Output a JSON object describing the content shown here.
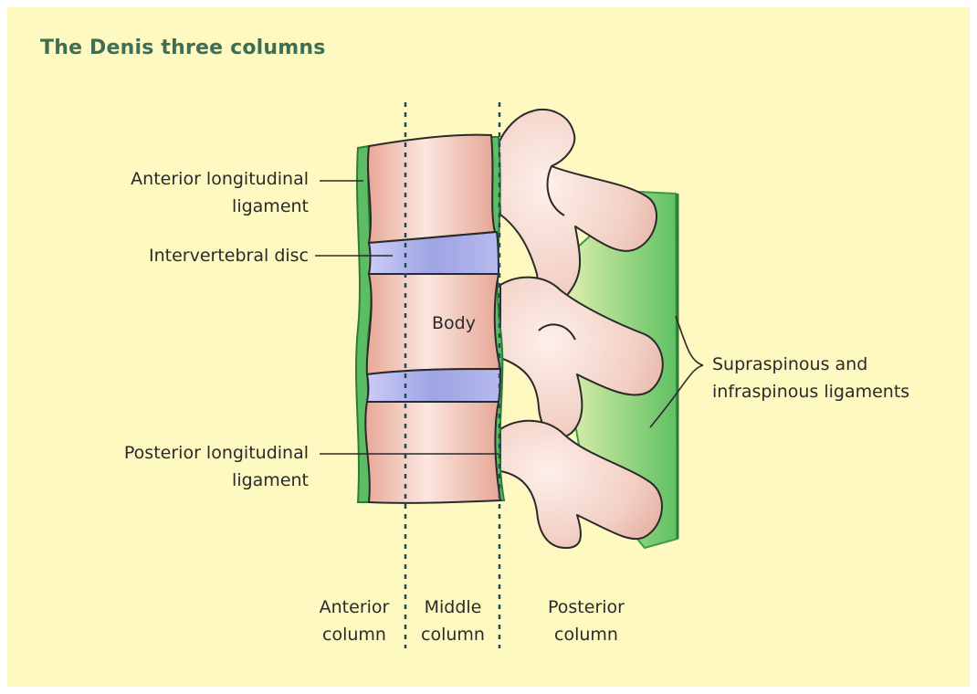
{
  "title": "The Denis three columns",
  "labels": {
    "anterior_ligament": [
      "Anterior longitudinal",
      "ligament"
    ],
    "intervertebral_disc": "Intervertebral disc",
    "body": "Body",
    "posterior_ligament": [
      "Posterior longitudinal",
      "ligament"
    ],
    "supraspinous": [
      "Supraspinous and",
      "infraspinous ligaments"
    ]
  },
  "columns": {
    "anterior": [
      "Anterior",
      "column"
    ],
    "middle": [
      "Middle",
      "column"
    ],
    "posterior": [
      "Posterior",
      "column"
    ]
  },
  "colors": {
    "background": "#fef9c0",
    "title": "#3f6e55",
    "ligament_green": "#5cbd62",
    "bone_pink": "#f0c4b6",
    "disc_blue": "#a9aee8",
    "dashed_line": "#1f4a5a"
  }
}
